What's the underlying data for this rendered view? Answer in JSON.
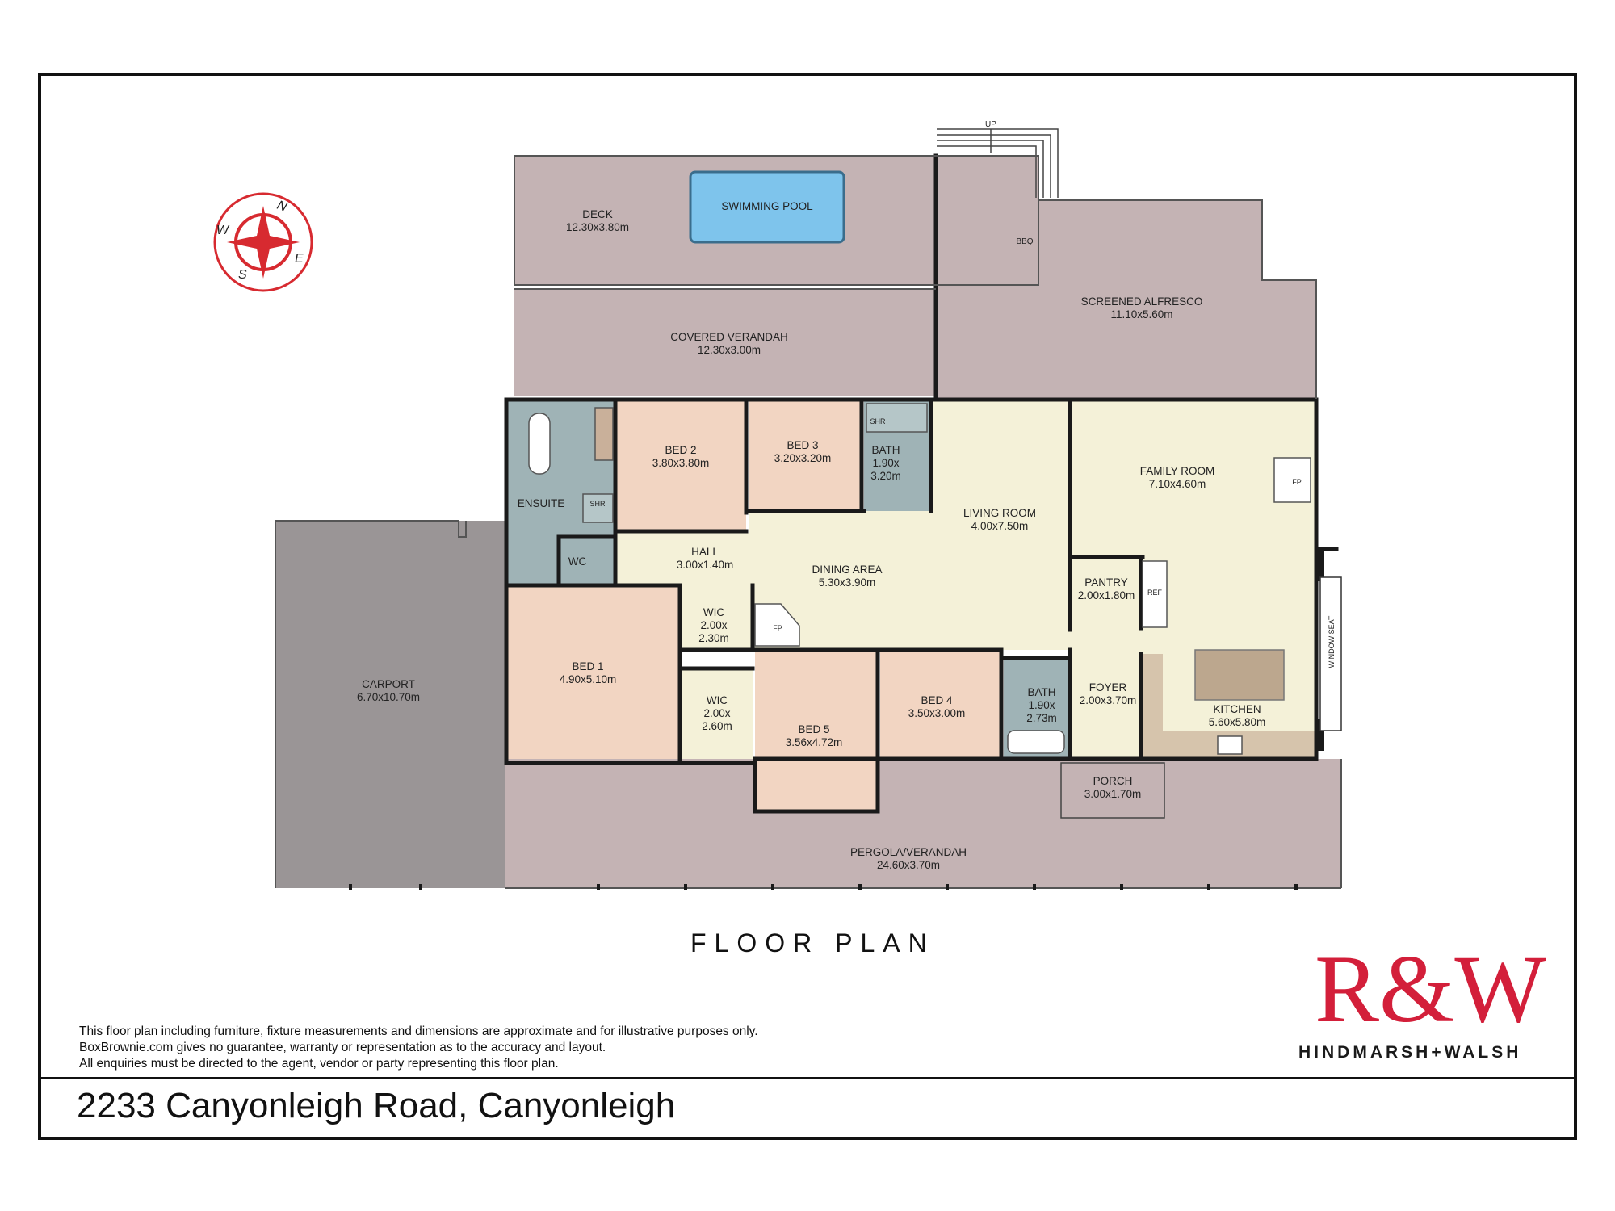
{
  "colors": {
    "outdoor": "#c4b3b4",
    "carport": "#9a9596",
    "bedroom": "#f2d5c2",
    "living": "#f4f1d8",
    "wet": "#9fb3b6",
    "pool": "#7ec4ec",
    "compass": "#d72a30",
    "brand": "#d31f3a"
  },
  "compass": {
    "n": "N",
    "e": "E",
    "s": "S",
    "w": "W"
  },
  "rooms": {
    "deck": {
      "name": "DECK",
      "dims": "12.30x3.80m"
    },
    "pool": {
      "name": "SWIMMING POOL"
    },
    "bbq": {
      "name": "BBQ"
    },
    "up": {
      "name": "UP"
    },
    "alfresco": {
      "name": "SCREENED ALFRESCO",
      "dims": "11.10x5.60m"
    },
    "verandah": {
      "name": "COVERED VERANDAH",
      "dims": "12.30x3.00m"
    },
    "ensuite": {
      "name": "ENSUITE",
      "shr": "SHR"
    },
    "bed2": {
      "name": "BED 2",
      "dims": "3.80x3.80m"
    },
    "bed3": {
      "name": "BED 3",
      "dims": "3.20x3.20m"
    },
    "bath1": {
      "shr": "SHR",
      "name": "BATH",
      "d1": "1.90x",
      "d2": "3.20m"
    },
    "living": {
      "name": "LIVING ROOM",
      "dims": "4.00x7.50m"
    },
    "family": {
      "name": "FAMILY ROOM",
      "dims": "7.10x4.60m",
      "fp": "FP"
    },
    "wc": {
      "name": "WC"
    },
    "hall": {
      "name": "HALL",
      "dims": "3.00x1.40m"
    },
    "dining": {
      "name": "DINING AREA",
      "dims": "5.30x3.90m",
      "fp": "FP"
    },
    "pantry": {
      "name": "PANTRY",
      "dims": "2.00x1.80m",
      "ref": "REF"
    },
    "wic1": {
      "name": "WIC",
      "d1": "2.00x",
      "d2": "2.30m"
    },
    "wic2": {
      "name": "WIC",
      "d1": "2.00x",
      "d2": "2.60m"
    },
    "bed1": {
      "name": "BED 1",
      "dims": "4.90x5.10m"
    },
    "bed5": {
      "name": "BED 5",
      "dims": "3.56x4.72m"
    },
    "bed4": {
      "name": "BED 4",
      "dims": "3.50x3.00m"
    },
    "bath2": {
      "name": "BATH",
      "d1": "1.90x",
      "d2": "2.73m"
    },
    "foyer": {
      "name": "FOYER",
      "dims": "2.00x3.70m"
    },
    "kitchen": {
      "name": "KITCHEN",
      "dims": "5.60x5.80m"
    },
    "windowseat": {
      "name": "WINDOW SEAT"
    },
    "carport": {
      "name": "CARPORT",
      "dims": "6.70x10.70m"
    },
    "porch": {
      "name": "PORCH",
      "dims": "3.00x1.70m"
    },
    "pergola": {
      "name": "PERGOLA/VERANDAH",
      "dims": "24.60x3.70m"
    }
  },
  "title": "FLOOR PLAN",
  "disclaimer": [
    "This floor plan including furniture, fixture measurements and dimensions are approximate and for illustrative purposes only.",
    "BoxBrownie.com gives no guarantee, warranty or representation as to the accuracy and layout.",
    "All enquiries must be directed to the agent, vendor or party representing this floor plan."
  ],
  "logo": {
    "mark": "R&W",
    "sub": "HINDMARSH+WALSH"
  },
  "address": "2233 Canyonleigh Road, Canyonleigh"
}
